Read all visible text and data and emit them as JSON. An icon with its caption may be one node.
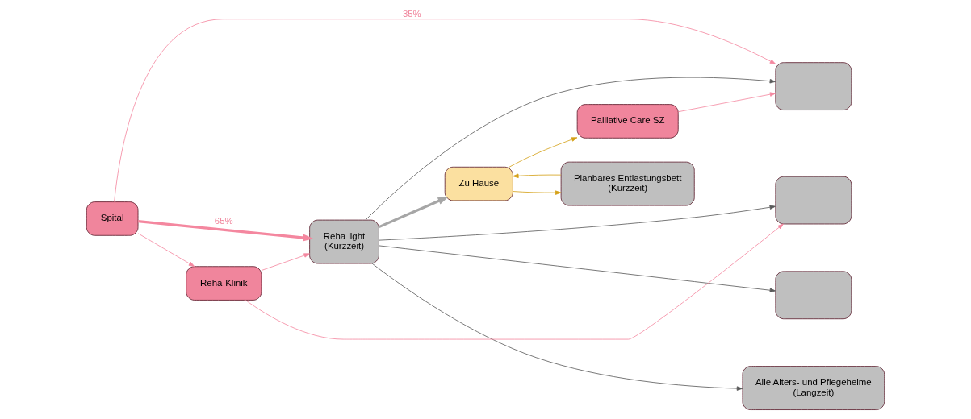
{
  "diagram": {
    "nodes": [
      {
        "text": [
          "Spital"
        ]
      },
      {
        "text": [
          "Palliative Care SZ"
        ]
      },
      {
        "text": [
          "Reha light",
          "(Kurzzeit)"
        ]
      },
      {
        "text": [],
        "shape": "box"
      },
      {
        "text": [],
        "shape": "box"
      },
      {
        "text": [],
        "shape": "box"
      },
      {
        "text": [
          "Alle Alters- und Pflegeheime",
          "(Langzeit)"
        ]
      },
      {
        "text": [
          "Planbares Entlastungsbett",
          "(Kurzzeit)"
        ]
      },
      {
        "text": [
          "Reha-Klinik"
        ]
      },
      {
        "text": [
          "Zu Hause"
        ]
      }
    ],
    "edges": [
      {
        "from": 0,
        "to": 2,
        "arrow": "to",
        "label": "65%",
        "style": "thick"
      },
      {
        "from": 0,
        "to": 3,
        "arrow": "to",
        "label": "35%"
      },
      {
        "from": 1,
        "to": 3,
        "arrow": "to"
      },
      {
        "from": 0,
        "to": 8,
        "arrow": "to"
      },
      {
        "from": 8,
        "to": 2,
        "arrow": "to"
      },
      {
        "from": 8,
        "to": 4,
        "arrow": "to"
      },
      {
        "from": 2,
        "to": 3,
        "arrow": "to",
        "color": "#595959"
      },
      {
        "from": 2,
        "to": 4,
        "arrow": "to",
        "color": "#595959"
      },
      {
        "from": 2,
        "to": 5,
        "arrow": "to",
        "color": "#595959"
      },
      {
        "from": 2,
        "to": 6,
        "arrow": "to",
        "color": "#595959"
      },
      {
        "from": 2,
        "to": 9,
        "arrow": "to",
        "style": "thick",
        "color": "#a6a6a6"
      },
      {
        "from": 7,
        "to": 9,
        "arrow": "to",
        "color": "#d4a017"
      },
      {
        "from": 9,
        "to": 7,
        "arrow": "to",
        "color": "#d4a017"
      },
      {
        "from": 9,
        "to": 1,
        "arrow": "to",
        "color": "#d4a017"
      }
    ]
  }
}
